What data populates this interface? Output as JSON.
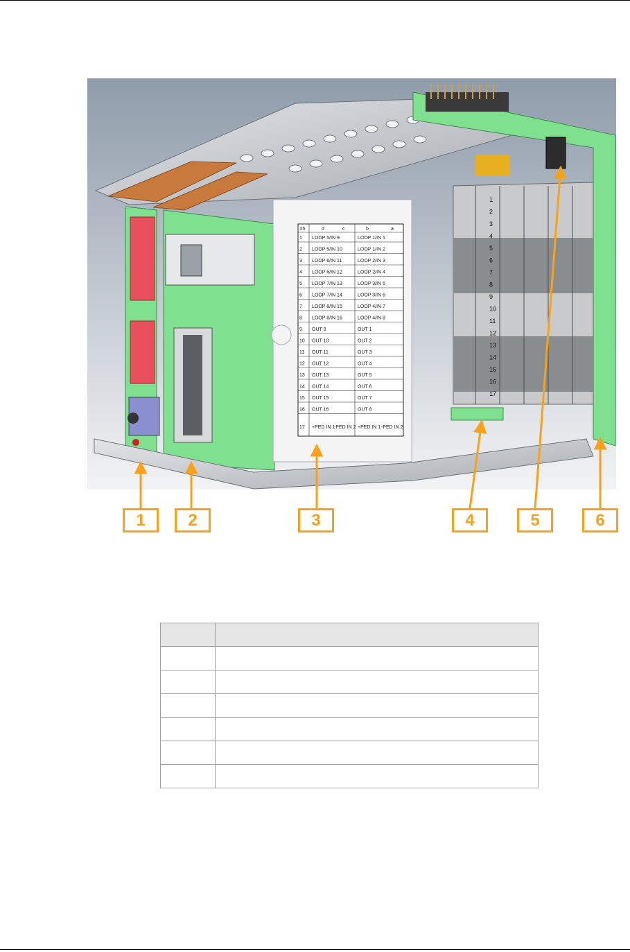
{
  "figure": {
    "callouts": [
      "1",
      "2",
      "3",
      "4",
      "5",
      "6"
    ],
    "label_sheet": {
      "headers": [
        "X5",
        "d",
        "c",
        "b",
        "a"
      ],
      "rows": [
        [
          "1",
          "LOOP 5/IN 9",
          "LOOP 1/IN 1"
        ],
        [
          "2",
          "LOOP 5/IN 10",
          "LOOP 1/IN 2"
        ],
        [
          "3",
          "LOOP 6/IN 11",
          "LOOP 2/IN 3"
        ],
        [
          "4",
          "LOOP 6/IN 12",
          "LOOP 2/IN 4"
        ],
        [
          "5",
          "LOOP 7/IN 13",
          "LOOP 3/IN 5"
        ],
        [
          "6",
          "LOOP 7/IN 14",
          "LOOP 3/IN 6"
        ],
        [
          "7",
          "LOOP 8/IN 15",
          "LOOP 4/IN 7"
        ],
        [
          "8",
          "LOOP 8/IN 16",
          "LOOP 4/IN 8"
        ],
        [
          "9",
          "OUT 9",
          "OUT 1"
        ],
        [
          "10",
          "OUT 10",
          "OUT 2"
        ],
        [
          "11",
          "OUT 11",
          "OUT 3"
        ],
        [
          "12",
          "OUT 12",
          "OUT 4"
        ],
        [
          "13",
          "OUT 13",
          "OUT 5"
        ],
        [
          "14",
          "OUT 14",
          "OUT 6"
        ],
        [
          "15",
          "OUT 15",
          "OUT 7"
        ],
        [
          "16",
          "OUT 16",
          "OUT 8"
        ]
      ],
      "last_row": [
        "17",
        "+PED IN 1",
        "-PED IN 2",
        "+PED IN 1",
        "-PED IN 2"
      ]
    },
    "terminal_numbers": [
      "1",
      "2",
      "3",
      "4",
      "5",
      "6",
      "7",
      "8",
      "9",
      "10",
      "11",
      "12",
      "13",
      "14",
      "15",
      "16",
      "17"
    ]
  },
  "table": {
    "headers": [
      "",
      ""
    ],
    "rows": [
      [
        "",
        ""
      ],
      [
        "",
        ""
      ],
      [
        "",
        ""
      ],
      [
        "",
        ""
      ],
      [
        "",
        ""
      ],
      [
        "",
        ""
      ]
    ]
  },
  "colors": {
    "callout": "#f7a21a",
    "pcb": "#7fe08f",
    "connector": "#e8505b",
    "background": "#8e9ba8"
  }
}
